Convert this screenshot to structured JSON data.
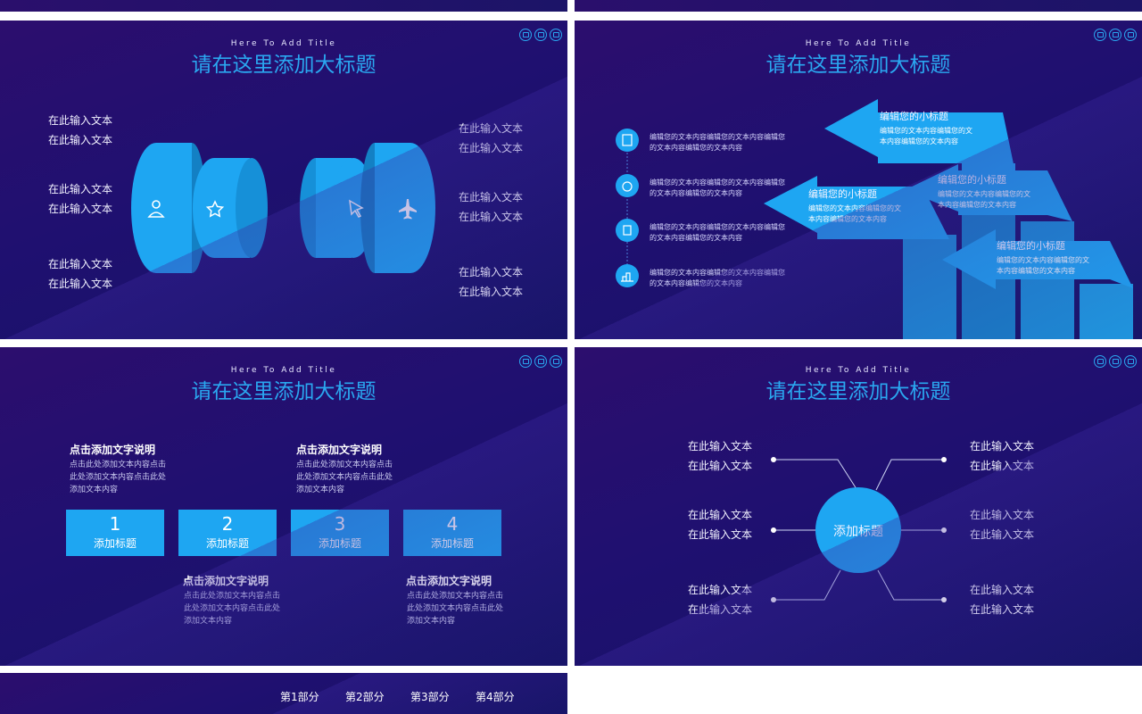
{
  "deck": {
    "subtitle": "Here To Add Title",
    "title": "请在这里添加大标题",
    "placeholder": "在此输入文本"
  },
  "slide_cylinders": {
    "left_texts": [
      "在此输入文本",
      "在此输入文本",
      "在此输入文本",
      "在此输入文本",
      "在此输入文本",
      "在此输入文本"
    ],
    "right_texts": [
      "在此输入文本",
      "在此输入文本",
      "在此输入文本",
      "在此输入文本",
      "在此输入文本",
      "在此输入文本"
    ],
    "icons": [
      "person-icon",
      "star-icon",
      "cursor-icon",
      "airplane-icon"
    ]
  },
  "slide_arrows": {
    "list": [
      {
        "icon": "document-icon",
        "line1": "编辑您的文本内容编辑您的文本内容编辑您",
        "line2": "的文本内容编辑您的文本内容"
      },
      {
        "icon": "money-bag-icon",
        "line1": "编辑您的文本内容编辑您的文本内容编辑您",
        "line2": "的文本内容编辑您的文本内容"
      },
      {
        "icon": "person-coin-icon",
        "line1": "编辑您的文本内容编辑您的文本内容编辑您",
        "line2": "的文本内容编辑您的文本内容"
      },
      {
        "icon": "podium-icon",
        "line1": "编辑您的文本内容编辑您的文本内容编辑您",
        "line2": "的文本内容编辑您的文本内容"
      }
    ],
    "arrows": [
      {
        "heading": "编辑您的小标题",
        "line1": "编辑您的文本内容编辑您的文",
        "line2": "本内容编辑您的文本内容"
      },
      {
        "heading": "编辑您的小标题",
        "line1": "编辑您的文本内容编辑您的文",
        "line2": "本内容编辑您的文本内容"
      },
      {
        "heading": "编辑您的小标题",
        "line1": "编辑您的文本内容编辑您的文",
        "line2": "本内容编辑您的文本内容"
      },
      {
        "heading": "编辑您的小标题",
        "line1": "编辑您的文本内容编辑您的文",
        "line2": "本内容编辑您的文本内容"
      }
    ]
  },
  "slide_boxes": {
    "boxes": [
      {
        "num": "1",
        "label": "添加标题"
      },
      {
        "num": "2",
        "label": "添加标题"
      },
      {
        "num": "3",
        "label": "添加标题"
      },
      {
        "num": "4",
        "label": "添加标题"
      }
    ],
    "notes": [
      {
        "heading": "点击添加文字说明",
        "line1": "点击此处添加文本内容点击",
        "line2": "此处添加文本内容点击此处",
        "line3": "添加文本内容"
      },
      {
        "heading": "点击添加文字说明",
        "line1": "点击此处添加文本内容点击",
        "line2": "此处添加文本内容点击此处",
        "line3": "添加文本内容"
      },
      {
        "heading": "点击添加文字说明",
        "line1": "点击此处添加文本内容点击",
        "line2": "此处添加文本内容点击此处",
        "line3": "添加文本内容"
      },
      {
        "heading": "点击添加文字说明",
        "line1": "点击此处添加文本内容点击",
        "line2": "此处添加文本内容点击此处",
        "line3": "添加文本内容"
      }
    ]
  },
  "slide_hub": {
    "center": "添加标题"
  },
  "nav": [
    "第1部分",
    "第2部分",
    "第3部分",
    "第4部分"
  ],
  "colors": {
    "accent": "#1ea6f2",
    "title": "#2aa7f0",
    "bg": "#1f1070"
  }
}
